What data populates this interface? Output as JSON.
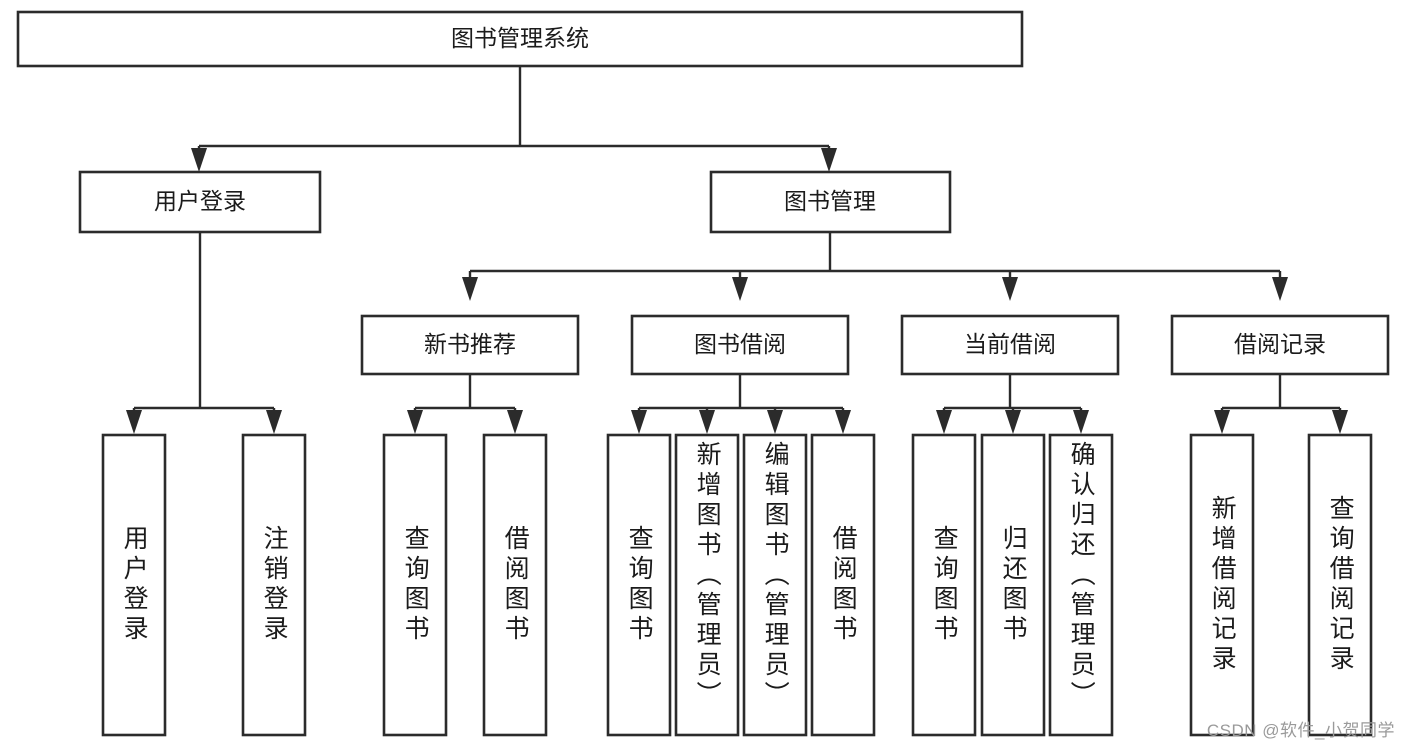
{
  "diagram": {
    "title": "图书管理系统",
    "type": "hierarchy-tree",
    "root": {
      "label": "图书管理系统",
      "orientation": "horizontal"
    },
    "level2": [
      {
        "label": "用户登录",
        "orientation": "horizontal"
      },
      {
        "label": "图书管理",
        "orientation": "horizontal"
      }
    ],
    "level3": [
      {
        "label": "新书推荐",
        "orientation": "horizontal",
        "parent": "图书管理"
      },
      {
        "label": "图书借阅",
        "orientation": "horizontal",
        "parent": "图书管理"
      },
      {
        "label": "当前借阅",
        "orientation": "horizontal",
        "parent": "图书管理"
      },
      {
        "label": "借阅记录",
        "orientation": "horizontal",
        "parent": "图书管理"
      }
    ],
    "leaves": [
      {
        "label": "用户登录",
        "orientation": "vertical",
        "parent": "用户登录"
      },
      {
        "label": "注销登录",
        "orientation": "vertical",
        "parent": "用户登录"
      },
      {
        "label": "查询图书",
        "orientation": "vertical",
        "parent": "新书推荐"
      },
      {
        "label": "借阅图书",
        "orientation": "vertical",
        "parent": "新书推荐"
      },
      {
        "label": "查询图书",
        "orientation": "vertical",
        "parent": "图书借阅"
      },
      {
        "label": "新增图书（管理员）",
        "orientation": "vertical",
        "parent": "图书借阅"
      },
      {
        "label": "编辑图书（管理员）",
        "orientation": "vertical",
        "parent": "图书借阅"
      },
      {
        "label": "借阅图书",
        "orientation": "vertical",
        "parent": "图书借阅"
      },
      {
        "label": "查询图书",
        "orientation": "vertical",
        "parent": "当前借阅"
      },
      {
        "label": "归还图书",
        "orientation": "vertical",
        "parent": "当前借阅"
      },
      {
        "label": "确认归还（管理员）",
        "orientation": "vertical",
        "parent": "当前借阅"
      },
      {
        "label": "新增借阅记录",
        "orientation": "vertical",
        "parent": "借阅记录"
      },
      {
        "label": "查询借阅记录",
        "orientation": "vertical",
        "parent": "借阅记录"
      }
    ],
    "colors": {
      "background": "#ffffff",
      "box_fill": "#ffffff",
      "box_stroke": "#2b2b2b",
      "connector": "#2b2b2b",
      "text": "#1b1b1b",
      "watermark": "#9a9a9a"
    }
  },
  "watermark": {
    "text": "CSDN @软件_小贺同学"
  }
}
